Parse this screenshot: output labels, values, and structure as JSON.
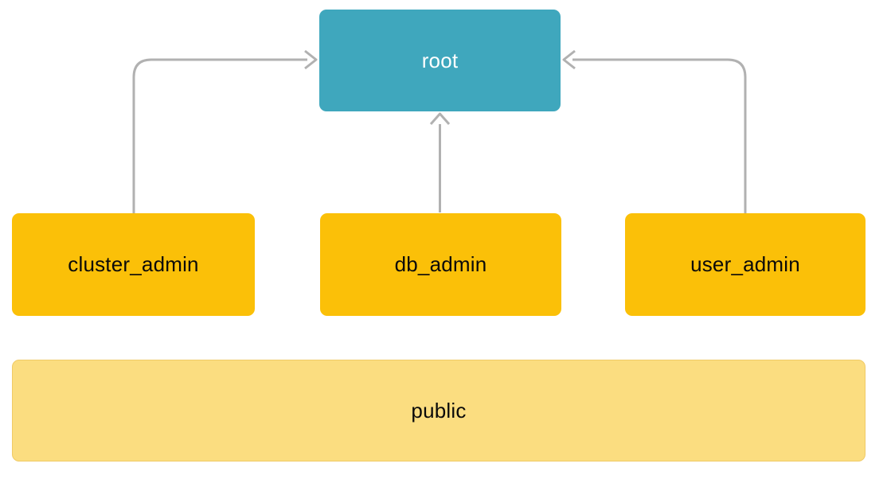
{
  "diagram": {
    "nodes": [
      {
        "id": "root",
        "label": "root",
        "fill": "#3fa7bd",
        "text_color": "#ffffff"
      },
      {
        "id": "cluster_admin",
        "label": "cluster_admin",
        "fill": "#fbc008",
        "text_color": "#0a0a0a"
      },
      {
        "id": "db_admin",
        "label": "db_admin",
        "fill": "#fbc008",
        "text_color": "#0a0a0a"
      },
      {
        "id": "user_admin",
        "label": "user_admin",
        "fill": "#fbc008",
        "text_color": "#0a0a0a"
      },
      {
        "id": "public",
        "label": "public",
        "fill": "#fbdd80",
        "text_color": "#0a0a0a"
      }
    ],
    "edges": [
      {
        "from": "cluster_admin",
        "to": "root",
        "enters": "root-left-side"
      },
      {
        "from": "db_admin",
        "to": "root",
        "enters": "root-bottom"
      },
      {
        "from": "user_admin",
        "to": "root",
        "enters": "root-right-side"
      }
    ],
    "edge_color": "#b1b1b1",
    "background_color": "#ffffff"
  }
}
